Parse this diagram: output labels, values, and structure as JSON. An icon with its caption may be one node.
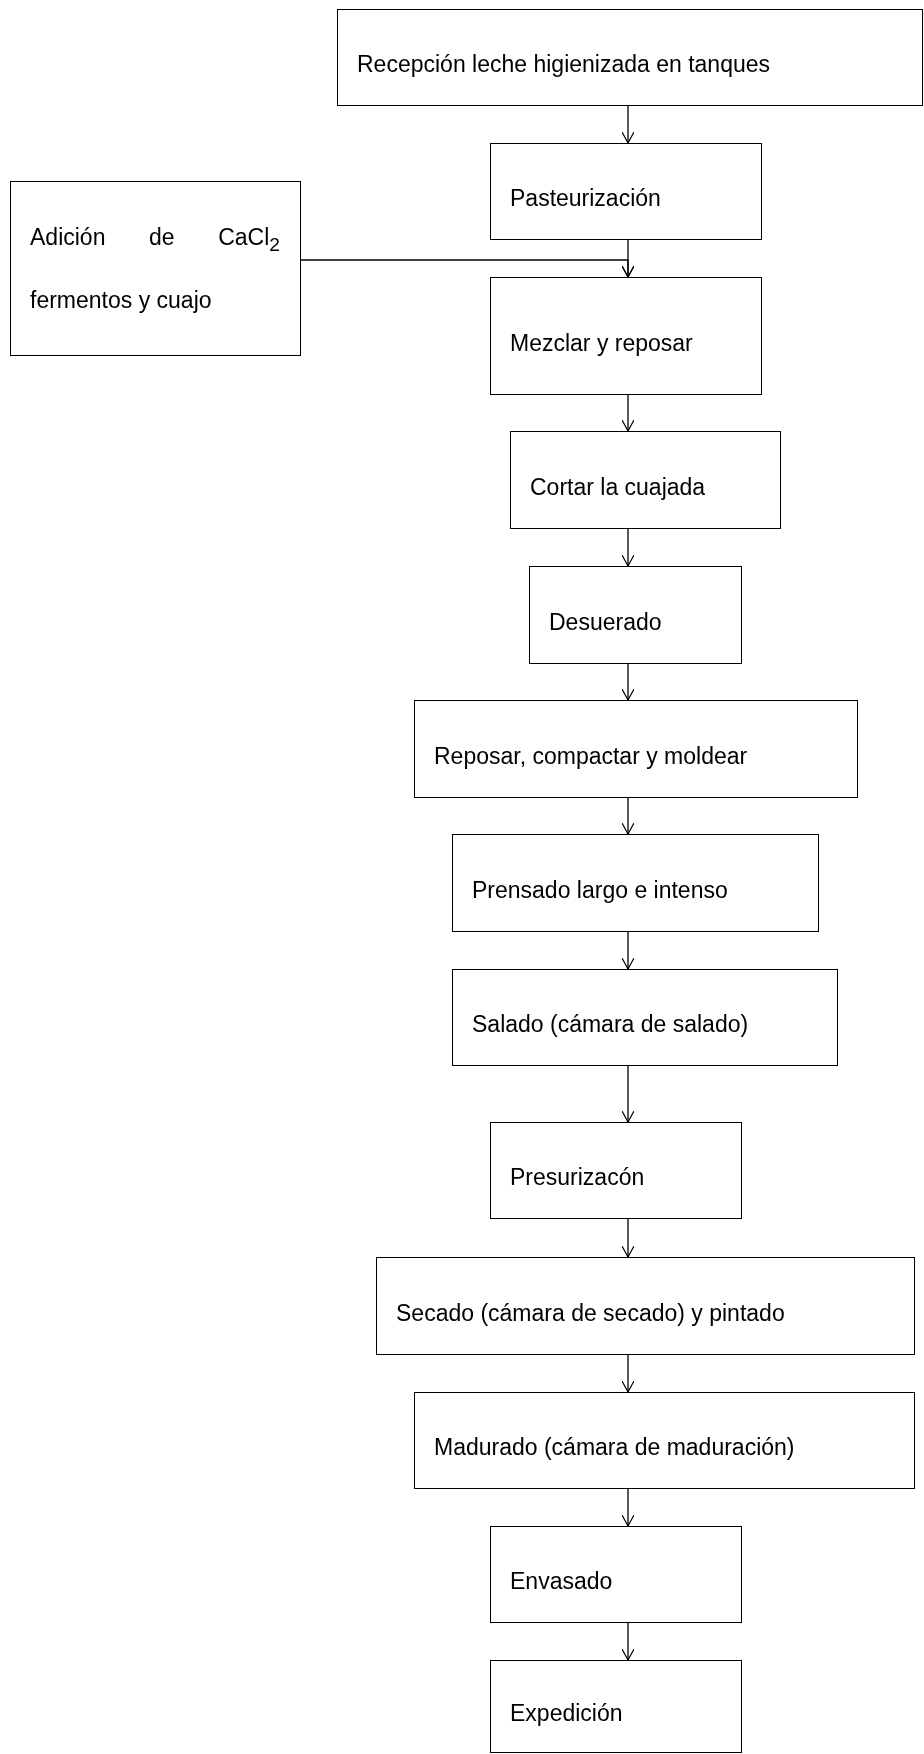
{
  "diagram": {
    "nodes": [
      {
        "text": [
          "Recepción leche higienizada en tanques"
        ]
      },
      {
        "text": [
          "Pasteurización"
        ]
      },
      {
        "text": [
          "Adición de CaCl$_{2}$ fermentos y cuajo"
        ]
      },
      {
        "text": [
          "Mezclar y reposar"
        ]
      },
      {
        "text": [
          "Cortar la cuajada"
        ]
      },
      {
        "text": [
          "Desuerado"
        ]
      },
      {
        "text": [
          "Reposar, compactar y moldear"
        ]
      },
      {
        "text": [
          "Prensado largo e intenso"
        ]
      },
      {
        "text": [
          "Salado (cámara de salado)"
        ]
      },
      {
        "text": [
          "Presurizacón"
        ]
      },
      {
        "text": [
          "Secado (cámara de secado) y pintado"
        ]
      },
      {
        "text": [
          "Madurado (cámara de maduración)"
        ]
      },
      {
        "text": [
          "Envasado"
        ]
      },
      {
        "text": [
          "Expedición"
        ]
      }
    ],
    "edges": [
      {
        "from": 0,
        "to": 1,
        "arrow": "to"
      },
      {
        "from": 1,
        "to": 3,
        "arrow": "to"
      },
      {
        "from": 2,
        "to": 3,
        "arrow": "to"
      },
      {
        "from": 3,
        "to": 4,
        "arrow": "to"
      },
      {
        "from": 4,
        "to": 5,
        "arrow": "to"
      },
      {
        "from": 5,
        "to": 6,
        "arrow": "to"
      },
      {
        "from": 6,
        "to": 7,
        "arrow": "to"
      },
      {
        "from": 7,
        "to": 8,
        "arrow": "to"
      },
      {
        "from": 8,
        "to": 9,
        "arrow": "to"
      },
      {
        "from": 9,
        "to": 10,
        "arrow": "to"
      },
      {
        "from": 10,
        "to": 11,
        "arrow": "to"
      },
      {
        "from": 11,
        "to": 12,
        "arrow": "to"
      },
      {
        "from": 12,
        "to": 13,
        "arrow": "to"
      }
    ]
  }
}
